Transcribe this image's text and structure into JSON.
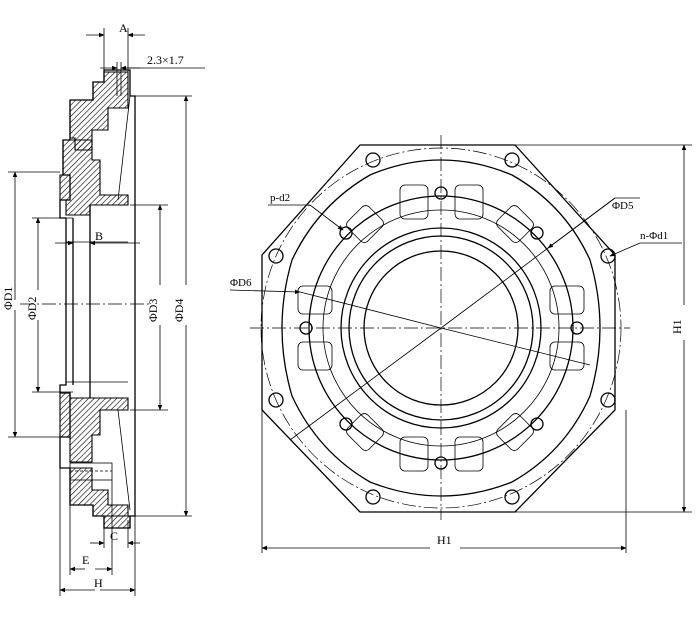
{
  "labels": {
    "A": "A",
    "chamfer": "2.3×1.7",
    "B": "B",
    "C": "C",
    "E": "E",
    "H": "H",
    "D1": "ΦD1",
    "D2": "ΦD2",
    "D3": "ΦD3",
    "D4": "ΦD4",
    "D5": "ΦD5",
    "D6": "ΦD6",
    "pd2": "p-d2",
    "nd1": "n-Φd1",
    "H1_right": "H1",
    "H1_bottom": "H1"
  },
  "colors": {
    "line": "#000000",
    "background": "#ffffff"
  }
}
